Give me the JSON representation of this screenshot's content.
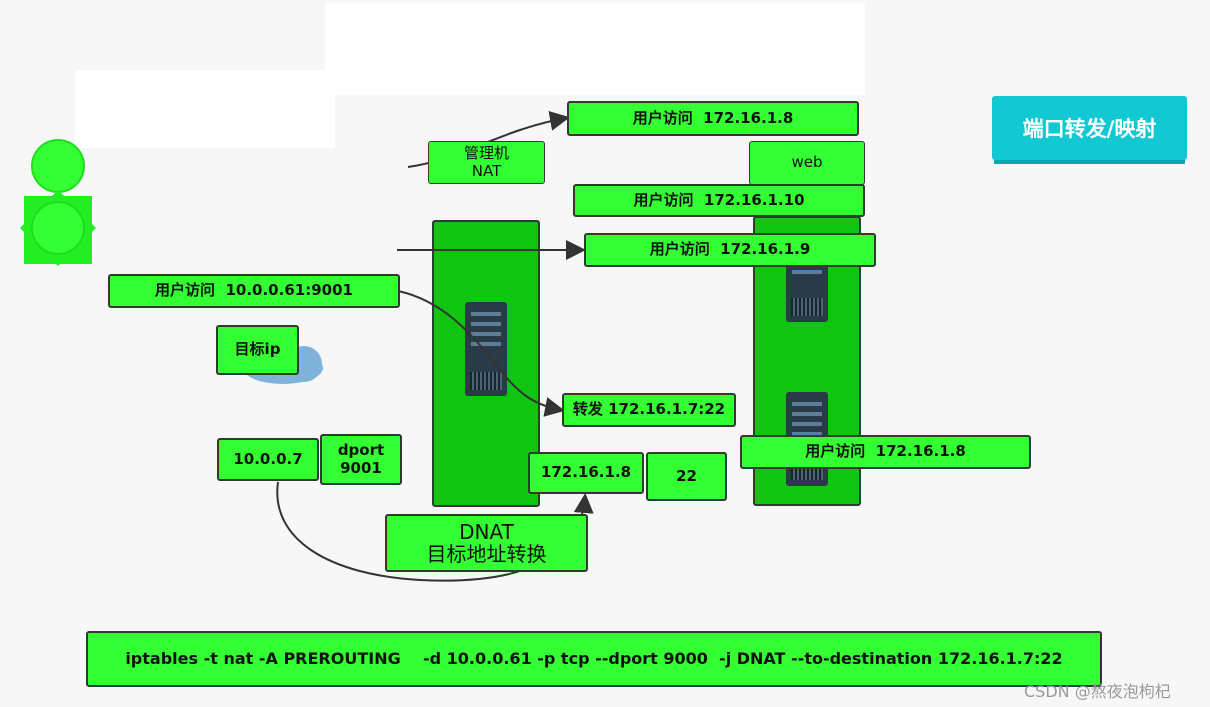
{
  "diagram": {
    "title_badge": "端口转发/映射",
    "user_access_8_top": "用户访问  172.16.1.8",
    "mgmt_nat": "管理机\nNAT",
    "web": "web",
    "user_access_10": "用户访问  172.16.1.10",
    "user_access_9": "用户访问  172.16.1.9",
    "user_access_src": "用户访问  10.0.0.61:9001",
    "target_ip": "目标ip",
    "forward": "转发 172.16.1.7:22",
    "ip_10007": "10.0.0.7",
    "dport": "dport\n9001",
    "ip_172_16_1_8": "172.16.1.8",
    "port_22": "22",
    "user_access_8_bottom": "用户访问  172.16.1.8",
    "dnat": "DNAT\n目标地址转换",
    "command": "iptables -t nat -A PREROUTING    -d 10.0.0.61 -p tcp --dport 9000  -j DNAT --to-destination 172.16.1.7:22",
    "watermark": "CSDN @熬夜泡枸杞"
  },
  "colors": {
    "box_fill": "#33ff33",
    "column_fill": "#0fc50f",
    "badge": "#12c8d2",
    "server": "#2a3a48"
  },
  "icons": [
    "user-icon",
    "cloud-icon",
    "server-icon"
  ]
}
